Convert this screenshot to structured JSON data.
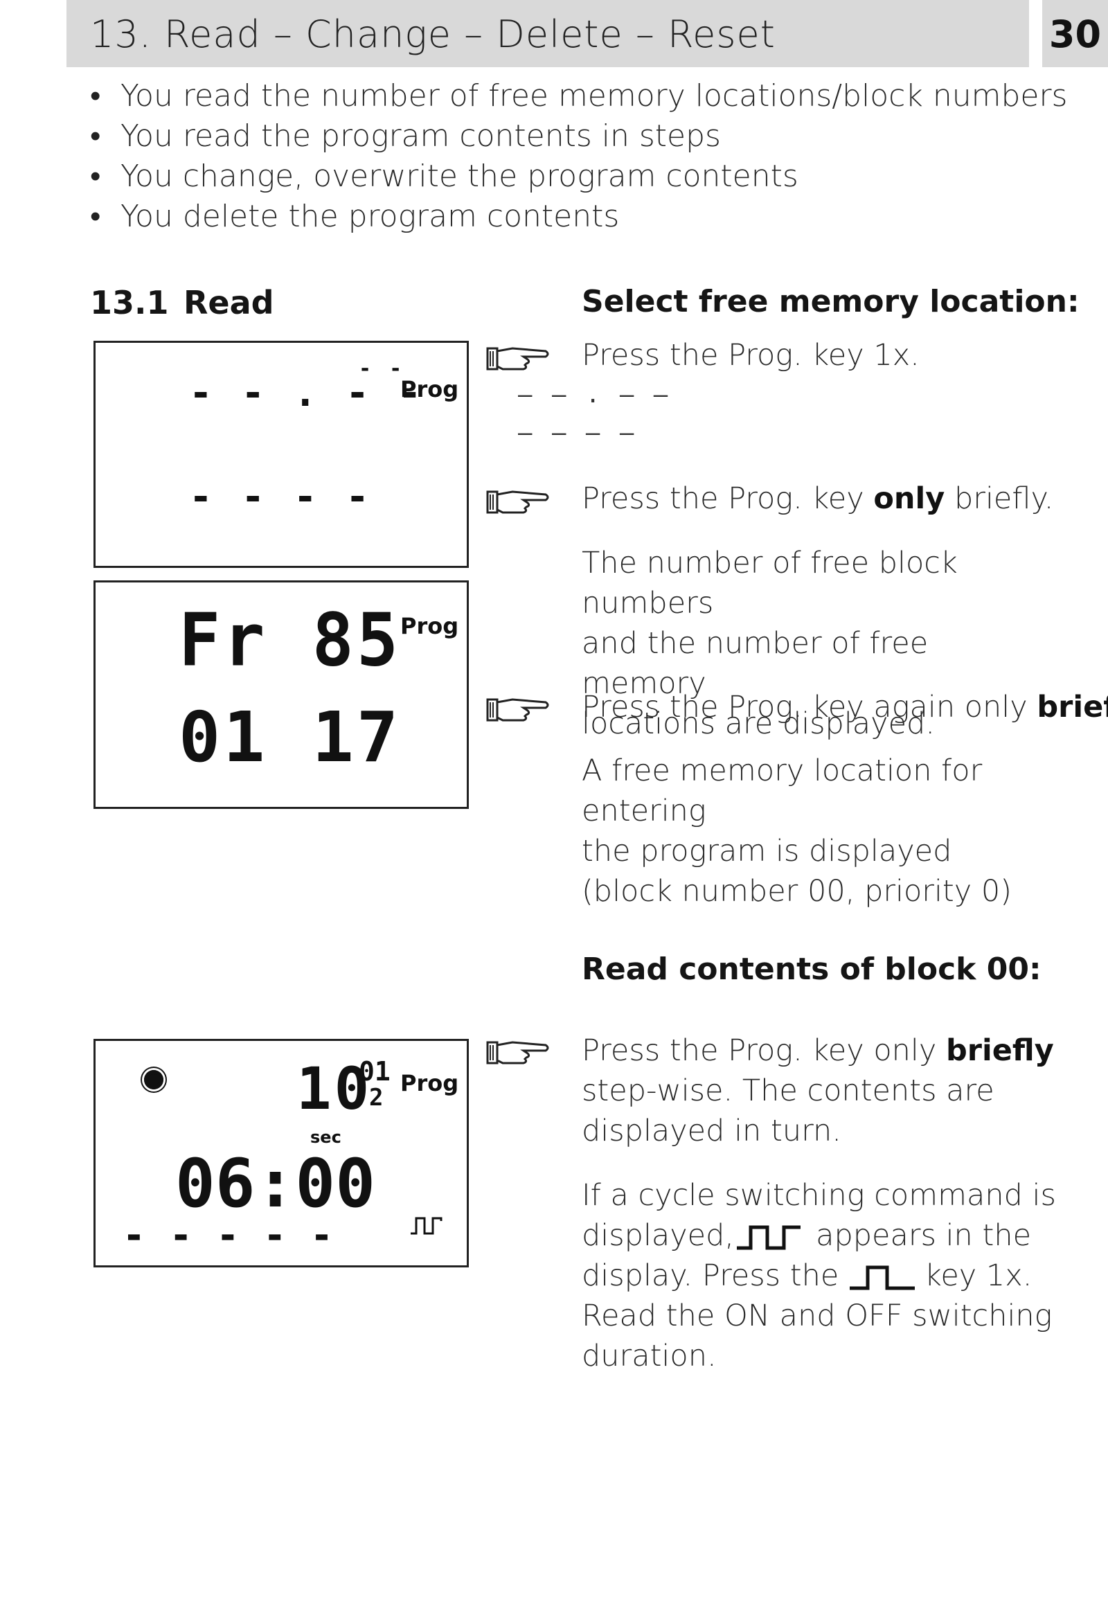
{
  "header": {
    "title": "13. Read – Change – Delete – Reset",
    "page_number": "30"
  },
  "bullets": [
    "You read the number of free memory locations/block numbers",
    "You read the program contents in steps",
    "You change, overwrite the program contents",
    "You delete the program contents"
  ],
  "section": {
    "number": "13.1",
    "title": "Read"
  },
  "free_memory": {
    "heading": "Select free memory location:",
    "step1": "Press the Prog. key 1x.",
    "step1_line1": "– – . – –",
    "step1_line2": "– – – –",
    "step2_pre": "Press the Prog. key ",
    "step2_bold": "only",
    "step2_post": " briefly.",
    "step2_note": "The number of free block numbers\nand the number of free memory\nlocations are displayed.",
    "step3_pre": "Press the Prog. key again only ",
    "step3_bold": "briefly",
    "step3_post": ".",
    "step3_note": "A free memory location for entering\nthe program is displayed\n(block number 00, priority 0)"
  },
  "read_block": {
    "heading": "Read contents of block 00:",
    "step1_pre": "Press the Prog. key only ",
    "step1_bold": "briefly",
    "step1_post": "\nstep-wise. The contents are\ndisplayed in turn.",
    "note_line1": "If a cycle switching command is",
    "note_line2_pre": "displayed,",
    "note_line2_post": "appears in the",
    "note_line3_pre": "display. Press the ",
    "note_line3_post": "key 1x.",
    "note_line4": "Read the ON and OFF switching\nduration."
  },
  "lcd1": {
    "prog": "Prog",
    "top_small": "- -",
    "top_digits": "- - . - -",
    "bottom_digits": "- - - -"
  },
  "lcd2": {
    "prog": "Prog",
    "top": "Fr 85",
    "bottom": "01 17"
  },
  "lcd3": {
    "prog": "Prog",
    "big": "10",
    "small_top": "01",
    "small_bottom": "2",
    "unit": "sec",
    "time": "06:00",
    "bottom_bars": "▬ ▬ ▬ ▬ ▬"
  },
  "icons": {
    "pointer": "pointing-hand-icon",
    "cycle": "cycle-wave-icon",
    "clock": "clock-dot-icon"
  }
}
